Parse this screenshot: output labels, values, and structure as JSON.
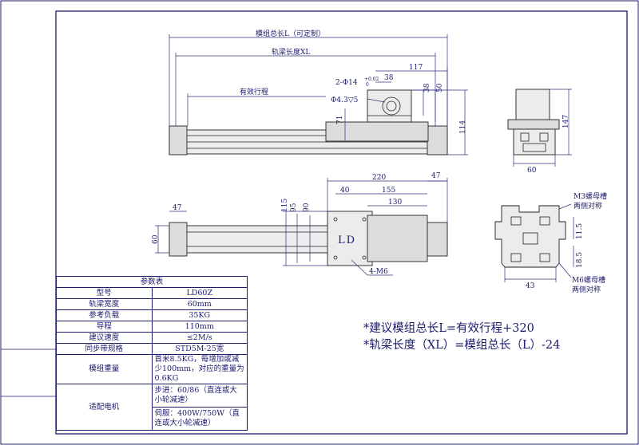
{
  "dimensions": {
    "total_length": "模组总长L（可定制）",
    "rail_length": "轨梁长度XL",
    "effective_stroke": "有效行程",
    "hole_spec_prefix": "2-Φ14",
    "hole_tol": "+0.02",
    "hole_tol2": "0",
    "counterbore": "Φ4.3▽5",
    "d117": "117",
    "d38a": "38",
    "d38b": "38",
    "d50": "50",
    "d71": "71",
    "d114": "114",
    "d147": "147",
    "d60a": "60",
    "d220": "220",
    "d47a": "47",
    "d40": "40",
    "d155": "155",
    "d130": "130",
    "d115": "115",
    "d95": "95",
    "d90": "90",
    "d47b": "47",
    "d60b": "60",
    "d4m6": "4-M6",
    "d43": "43",
    "d11_5a": "11.5",
    "d18_5": "18.5",
    "carriage_label": "LD"
  },
  "annotations": {
    "m3_slot_line1": "M3螺母槽",
    "m3_slot_line2": "两侧对称",
    "m6_slot_line1": "M6螺母槽",
    "m6_slot_line2": "两侧对称"
  },
  "notes": {
    "line1": "*建议模组总长L=有效行程+320",
    "line2": "*轨梁长度（XL）=模组总长（L）-24"
  },
  "spec_table": {
    "title": "参数表",
    "rows": [
      {
        "label": "型号",
        "value": "LD60Z"
      },
      {
        "label": "轨梁宽度",
        "value": "60mm"
      },
      {
        "label": "参考负载",
        "value": "35KG"
      },
      {
        "label": "导程",
        "value": "110mm"
      },
      {
        "label": "建议速度",
        "value": "≤2M/s"
      },
      {
        "label": "同步带规格",
        "value": "STD5M-25宽"
      }
    ],
    "weight_label": "模组重量",
    "weight_value": "首米8.5KG，每增加或减少100mm，对应的重量为0.6KG",
    "motor_label": "适配电机",
    "motor_step": "步进：60/86（直连或大小轮减速）",
    "motor_servo": "伺服：400W/750W（直连或大小轮减速）"
  }
}
